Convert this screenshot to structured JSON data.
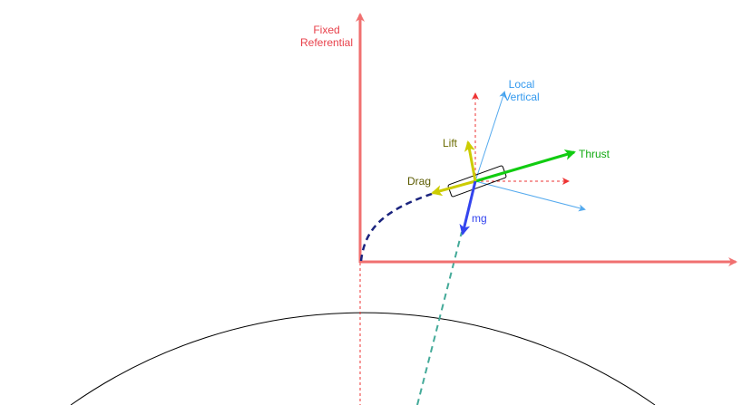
{
  "labels": {
    "fixed_referential_line1": "Fixed",
    "fixed_referential_line2": "Referential",
    "local_vertical_line1": "Local",
    "local_vertical_line2": "Vertical",
    "lift": "Lift",
    "thrust": "Thrust",
    "drag": "Drag",
    "mg": "mg"
  },
  "colors": {
    "fixed_referential": "#f07070",
    "fixed_referential_text": "#e8414b",
    "local_vertical": "#55aaee",
    "local_vertical_text": "#3399ee",
    "local_horizontal_dashed": "#ee3333",
    "lift": "#cccc00",
    "lift_text": "#6b6b00",
    "thrust": "#11cc11",
    "drag": "#cccc00",
    "drag_text": "#5a5a00",
    "mg": "#3344ee",
    "mg_text": "#3344ee",
    "trajectory": "#1a237e",
    "earth_radius_line": "#44aa99",
    "earth_surface": "#000000",
    "vehicle_outline": "#000000"
  }
}
